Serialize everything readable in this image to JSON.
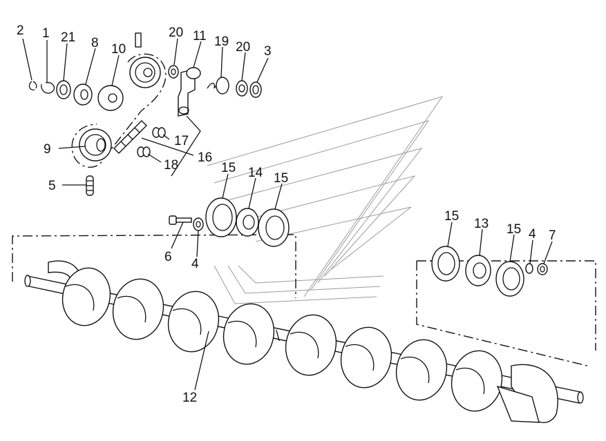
{
  "diagram": {
    "callouts": [
      {
        "id": "c2",
        "text": "2"
      },
      {
        "id": "c1",
        "text": "1"
      },
      {
        "id": "c21",
        "text": "21"
      },
      {
        "id": "c8",
        "text": "8"
      },
      {
        "id": "c10",
        "text": "10"
      },
      {
        "id": "c20a",
        "text": "20"
      },
      {
        "id": "c11",
        "text": "11"
      },
      {
        "id": "c19",
        "text": "19"
      },
      {
        "id": "c20b",
        "text": "20"
      },
      {
        "id": "c3",
        "text": "3"
      },
      {
        "id": "c9",
        "text": "9"
      },
      {
        "id": "c17",
        "text": "17"
      },
      {
        "id": "c16",
        "text": "16"
      },
      {
        "id": "c18",
        "text": "18"
      },
      {
        "id": "c5",
        "text": "5"
      },
      {
        "id": "c15a",
        "text": "15"
      },
      {
        "id": "c14",
        "text": "14"
      },
      {
        "id": "c15b",
        "text": "15"
      },
      {
        "id": "c6",
        "text": "6"
      },
      {
        "id": "c4a",
        "text": "4"
      },
      {
        "id": "c15c",
        "text": "15"
      },
      {
        "id": "c13",
        "text": "13"
      },
      {
        "id": "c15d",
        "text": "15"
      },
      {
        "id": "c4b",
        "text": "4"
      },
      {
        "id": "c7",
        "text": "7"
      },
      {
        "id": "c12",
        "text": "12"
      }
    ]
  }
}
